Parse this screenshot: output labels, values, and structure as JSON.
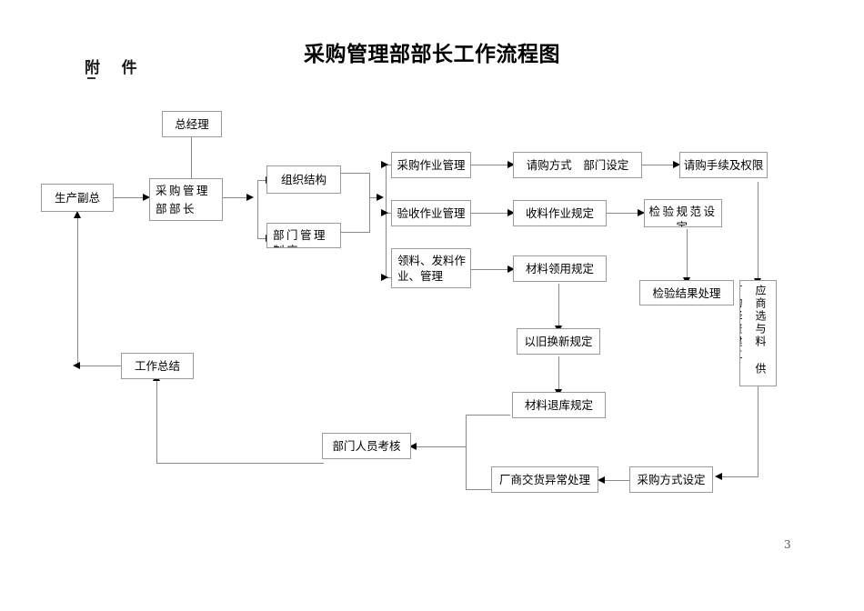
{
  "document": {
    "title": "采购管理部部长工作流程图",
    "attachment_label": "附    件",
    "page_number": "3"
  },
  "diagram": {
    "type": "flowchart",
    "orientation": "left-to-right",
    "nodes": [
      {
        "id": "gm",
        "label": "总经理"
      },
      {
        "id": "prod_vp",
        "label": "生产副总"
      },
      {
        "id": "dept_head",
        "label": "采购管理\n部部长"
      },
      {
        "id": "org_structure",
        "label": "组织结构"
      },
      {
        "id": "dept_rules",
        "label": "部门管理制度"
      },
      {
        "id": "purchase_ops",
        "label": "采购作业管理"
      },
      {
        "id": "accept_ops",
        "label": "验收作业管理"
      },
      {
        "id": "issue_ops",
        "label": "领料、发料作\n业、管理"
      },
      {
        "id": "req_method",
        "label": "请购方式　部门设定"
      },
      {
        "id": "req_auth",
        "label": "请购手续及权限"
      },
      {
        "id": "receive_rule",
        "label": "收料作业规定"
      },
      {
        "id": "inspect_spec",
        "label": "检验规范设定"
      },
      {
        "id": "inspect_res",
        "label": "检验结果处理"
      },
      {
        "id": "material_use",
        "label": "材料领用规定"
      },
      {
        "id": "supplier",
        "label": "供应厂商的选择与资料建立",
        "vertical_columns": [
          "应商选与料",
          "供厂的择资建立"
        ]
      },
      {
        "id": "trade_in",
        "label": "以旧换新规定"
      },
      {
        "id": "return_rule",
        "label": "材料退库规定"
      },
      {
        "id": "vendor_excep",
        "label": "厂商交货异常处理"
      },
      {
        "id": "buy_method",
        "label": "采购方式设定"
      },
      {
        "id": "staff_review",
        "label": "部门人员考核"
      },
      {
        "id": "work_summary",
        "label": "工作总结"
      }
    ],
    "edges": [
      {
        "from": "gm",
        "to": "dept_head"
      },
      {
        "from": "prod_vp",
        "to": "dept_head"
      },
      {
        "from": "dept_head",
        "to": "org_structure"
      },
      {
        "from": "dept_head",
        "to": "dept_rules"
      },
      {
        "from": "org_structure",
        "to": "purchase_ops"
      },
      {
        "from": "org_structure",
        "to": "accept_ops"
      },
      {
        "from": "org_structure",
        "to": "issue_ops"
      },
      {
        "from": "purchase_ops",
        "to": "req_method"
      },
      {
        "from": "req_method",
        "to": "req_auth"
      },
      {
        "from": "accept_ops",
        "to": "receive_rule"
      },
      {
        "from": "receive_rule",
        "to": "inspect_spec"
      },
      {
        "from": "inspect_spec",
        "to": "inspect_res"
      },
      {
        "from": "req_auth",
        "to": "supplier"
      },
      {
        "from": "issue_ops",
        "to": "material_use"
      },
      {
        "from": "material_use",
        "to": "trade_in"
      },
      {
        "from": "trade_in",
        "to": "return_rule"
      },
      {
        "from": "supplier",
        "to": "buy_method"
      },
      {
        "from": "buy_method",
        "to": "vendor_excep"
      },
      {
        "from": "return_rule",
        "to": "staff_review"
      },
      {
        "from": "vendor_excep",
        "to": "staff_review"
      },
      {
        "from": "staff_review",
        "to": "work_summary"
      },
      {
        "from": "work_summary",
        "to": "prod_vp"
      }
    ],
    "colors": {
      "box_border": "#9a9a9a",
      "line": "#8a8a8a",
      "arrow": "#000000",
      "text": "#000000",
      "background": "#ffffff"
    }
  }
}
